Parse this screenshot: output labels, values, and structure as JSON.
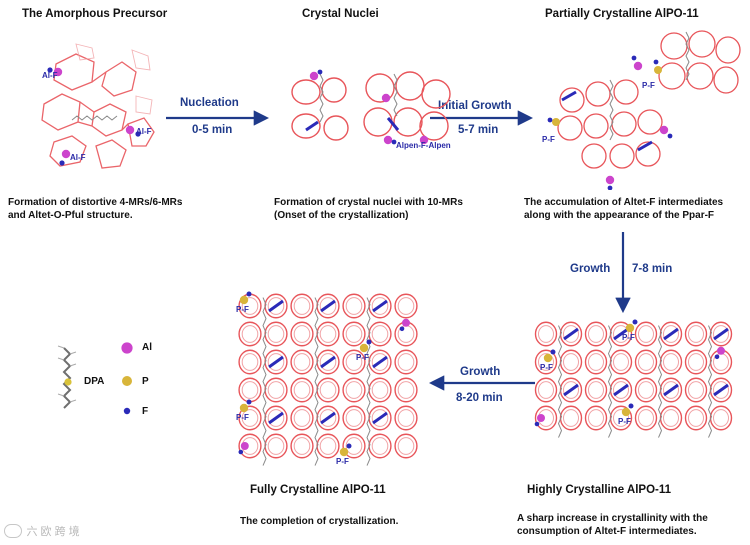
{
  "stages": {
    "amorphous": {
      "title": "The Amorphous Precursor",
      "caption_line1": "Formation of distortive 4-MRs/6-MRs",
      "caption_line2": "and Altet-O-Pful structure.",
      "labels": [
        "Al-F",
        "Al-F",
        "Al-F"
      ]
    },
    "nuclei": {
      "title": "Crystal Nuclei",
      "caption_line1": "Formation of crystal nuclei with 10-MRs",
      "caption_line2": "(Onset of the crystallization)",
      "labels": [
        "Alpen-F-Alpen"
      ]
    },
    "partial": {
      "title": "Partially Crystalline AlPO-11",
      "caption_line1": "The accumulation of Altet-F intermediates",
      "caption_line2": "along with the appearance of the Ppar-F",
      "labels": [
        "P-F",
        "P-F"
      ]
    },
    "high": {
      "title": "Highly Crystalline AlPO-11",
      "caption_line1": "A sharp increase in crystallinity with the",
      "caption_line2": "consumption of Altet-F intermediates.",
      "labels": [
        "P-F",
        "P-F",
        "P-F"
      ]
    },
    "full": {
      "title": "Fully  Crystalline AlPO-11",
      "caption_line1": "The completion of crystallization.",
      "labels": [
        "P-F",
        "P-F",
        "P-F",
        "P-F"
      ]
    }
  },
  "arrows": {
    "a1": {
      "name": "Nucleation",
      "time": "0-5 min"
    },
    "a2": {
      "name": "Initial Growth",
      "time": "5-7 min"
    },
    "a3": {
      "name": "Growth",
      "time": "7-8 min"
    },
    "a4": {
      "name": "Growth",
      "time": "8-20 min"
    }
  },
  "legend": {
    "dpa": "DPA",
    "al": "Al",
    "p": "P",
    "f": "F"
  },
  "colors": {
    "framework": "#e8555a",
    "framework_light": "#f1a3a6",
    "al": "#cc44cc",
    "p": "#d8b53a",
    "f": "#2a2ab8",
    "arrow": "#1f3a8a",
    "template": "#8a8a8a"
  },
  "watermark": "六 欧 跨 境"
}
